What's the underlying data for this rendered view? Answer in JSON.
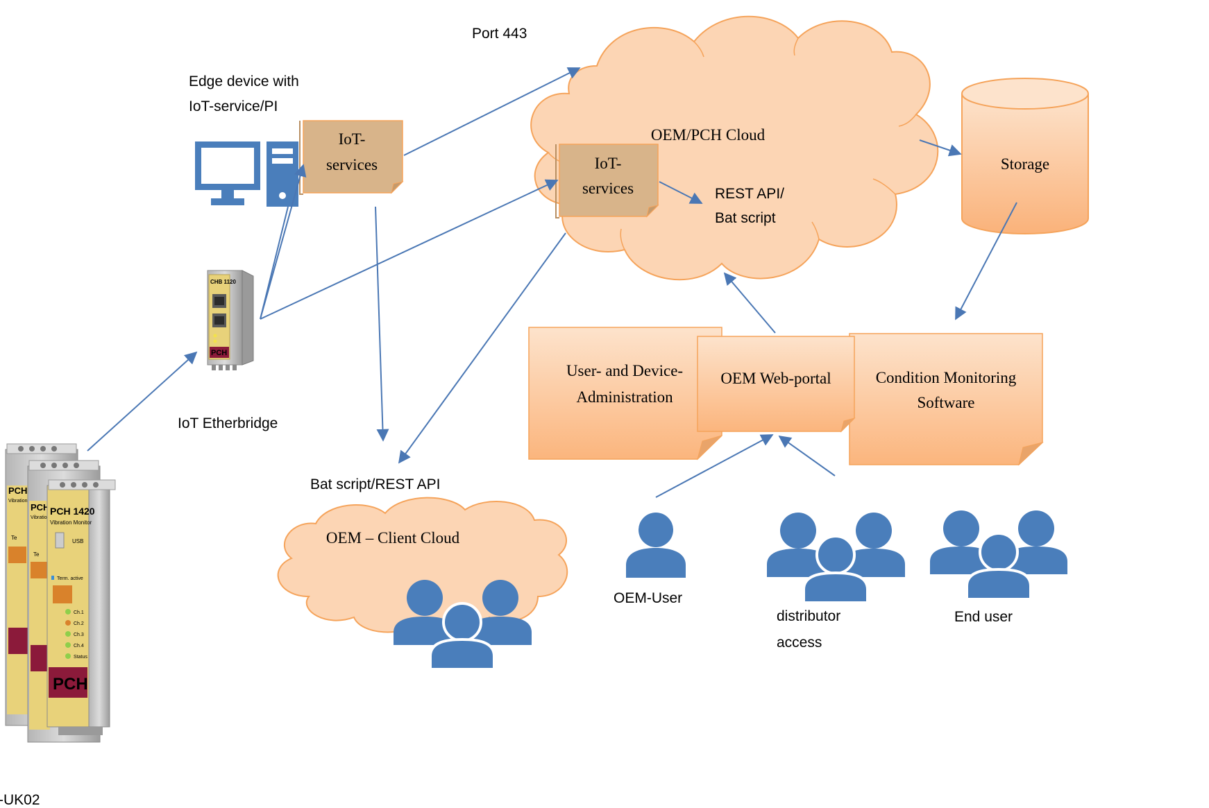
{
  "labels": {
    "port": "Port 443",
    "edge_line1": "Edge device with",
    "edge_line2": "IoT-service/PI",
    "iot_services_edge_line1": "IoT-",
    "iot_services_edge_line2": "services",
    "cloud_title": "OEM/PCH Cloud",
    "iot_services_cloud_line1": "IoT-",
    "iot_services_cloud_line2": "services",
    "rest_line1": "REST API/",
    "rest_line2": "Bat script",
    "storage": "Storage",
    "admin_line1": "User- and Device-",
    "admin_line2": "Administration",
    "portal": "OEM Web-portal",
    "cms_line1": "Condition Monitoring",
    "cms_line2": "Software",
    "etherbridge": "IoT Etherbridge",
    "bat_rest": "Bat script/REST API",
    "client_cloud": "OEM – Client Cloud",
    "oem_user": "OEM-User",
    "distributor_line1": "distributor",
    "distributor_line2": "access",
    "end_user": "End user",
    "bottom_left": "-UK02"
  },
  "device_labels": {
    "bridge_model": "CHB 1120",
    "bridge_brand": "PCH",
    "monitor_model": "PCH 1420",
    "monitor_subtitle": "Vibration Monitor",
    "monitor_usb": "USB",
    "monitor_term": "Term. active",
    "monitor_ch1": "Ch.1",
    "monitor_ch2": "Ch.2",
    "monitor_ch3": "Ch.3",
    "monitor_ch4": "Ch.4",
    "monitor_status": "Status",
    "monitor_brand": "PCH",
    "back_model": "PCH",
    "back_subtitle": "Vibration",
    "back_term": "Te"
  },
  "colors": {
    "cloud_fill": "#fcd5b4",
    "cloud_stroke": "#f5a35a",
    "note_fill": "#fcd5b4",
    "iot_note_fill": "#d8b48a",
    "arrow": "#4a77b4",
    "icon_blue": "#4a7ebb",
    "device_yellow": "#e8d27a",
    "device_brand": "#8b1a3a"
  }
}
